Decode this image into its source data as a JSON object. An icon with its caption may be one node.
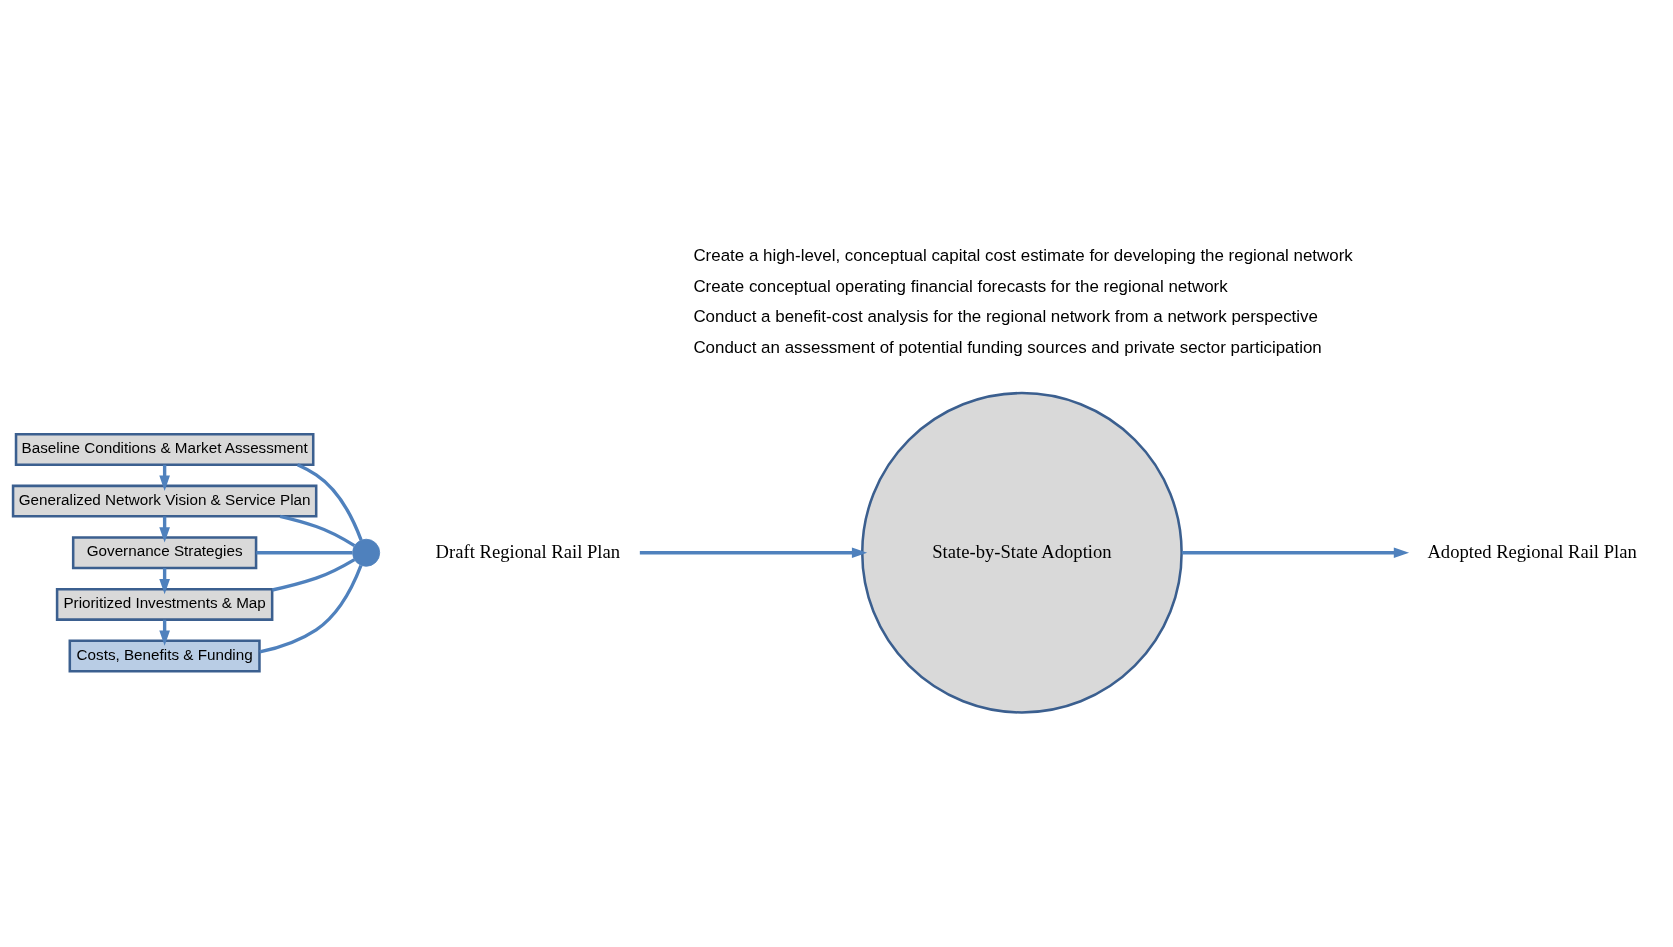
{
  "diagram": {
    "nodes": [
      {
        "text": [
          "Baseline Conditions & Market Assessment"
        ]
      },
      {
        "text": [
          "Generalized Network Vision & Service Plan"
        ]
      },
      {
        "text": [
          "Governance Strategies"
        ]
      },
      {
        "text": [
          "Prioritized Investments & Map"
        ]
      },
      {
        "text": [
          "Costs, Benefits & Funding"
        ]
      },
      {
        "text": [],
        "shape": "circle"
      },
      {
        "text": [
          "Draft Regional Rail Plan"
        ]
      },
      {
        "text": [
          "State-by-State Adoption"
        ]
      },
      {
        "text": [
          "Adopted Regional Rail Plan"
        ]
      }
    ],
    "edges": [
      {
        "from": 0,
        "to": 1,
        "arrow": "to"
      },
      {
        "from": 1,
        "to": 2,
        "arrow": "to"
      },
      {
        "from": 2,
        "to": 3,
        "arrow": "to"
      },
      {
        "from": 3,
        "to": 4,
        "arrow": "to"
      },
      {
        "from": 0,
        "to": 5,
        "arrow": "none"
      },
      {
        "from": 1,
        "to": 5,
        "arrow": "none"
      },
      {
        "from": 2,
        "to": 5,
        "arrow": "none"
      },
      {
        "from": 3,
        "to": 5,
        "arrow": "none"
      },
      {
        "from": 4,
        "to": 5,
        "arrow": "none"
      },
      {
        "from": 6,
        "to": 7,
        "arrow": "to"
      },
      {
        "from": 7,
        "to": 8,
        "arrow": "to"
      }
    ],
    "labels": [
      "Create a high-level, conceptual capital cost estimate for developing the regional network",
      "Create conceptual operating financial forecasts for the regional network",
      "Conduct a benefit-cost analysis for the regional network from a network perspective",
      "Conduct an assessment of potential funding sources and private sector participation"
    ]
  }
}
